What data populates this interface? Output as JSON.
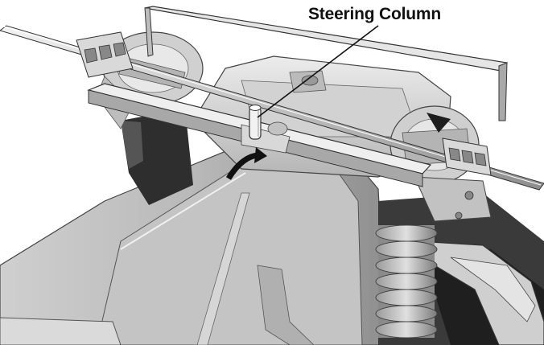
{
  "callout": {
    "label": "Steering Column",
    "target": "steering-column"
  },
  "colors": {
    "background": "#ffffff",
    "metal_light": "#d8d8d8",
    "metal_mid": "#a9a9a9",
    "metal_dark": "#6e6e6e",
    "shadow": "#2b2b2b",
    "arrow": "#111111"
  },
  "indicators": [
    {
      "name": "rotation-arrow",
      "direction": "clockwise"
    }
  ]
}
